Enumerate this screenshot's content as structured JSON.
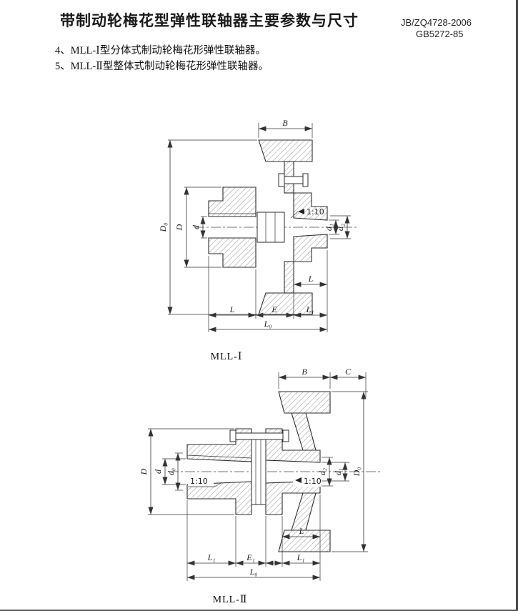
{
  "page": {
    "title": "带制动轮梅花型弹性联轴器主要参数与尺寸",
    "standard_line1": "JB/ZQ4728-2006",
    "standard_line2": "GB5272-85",
    "note1": "4、MLL-Ⅰ型分体式制动轮梅花形弹性联轴器。",
    "note2": "5、MLL-Ⅱ型整体式制动轮梅花形弹性联轴器。"
  },
  "figure1": {
    "caption": "MLL-Ⅰ",
    "dim_B": "B",
    "dim_D0": "D₀",
    "dim_D": "D",
    "dim_d": "d",
    "taper": "1:10",
    "dim_d1": "d₁",
    "dim_d2": "d₂",
    "dim_L_hub": "L",
    "dim_L": "L",
    "dim_E": "E",
    "dim_L1": "L₁",
    "dim_L0": "L₀"
  },
  "figure2": {
    "caption": "MLL-Ⅱ",
    "dim_B": "B",
    "dim_C": "C",
    "dim_D": "D",
    "dim_d": "d",
    "dim_d0": "d₀",
    "taper_left": "1:10",
    "taper_right": "1:10",
    "dim_d2": "d₂",
    "dim_d1": "d₁",
    "dim_D0": "D₀",
    "dim_L": "L",
    "dim_L1_left": "L₁",
    "dim_E1": "E₁",
    "dim_L1_right": "L₁",
    "dim_L0": "L₀"
  }
}
